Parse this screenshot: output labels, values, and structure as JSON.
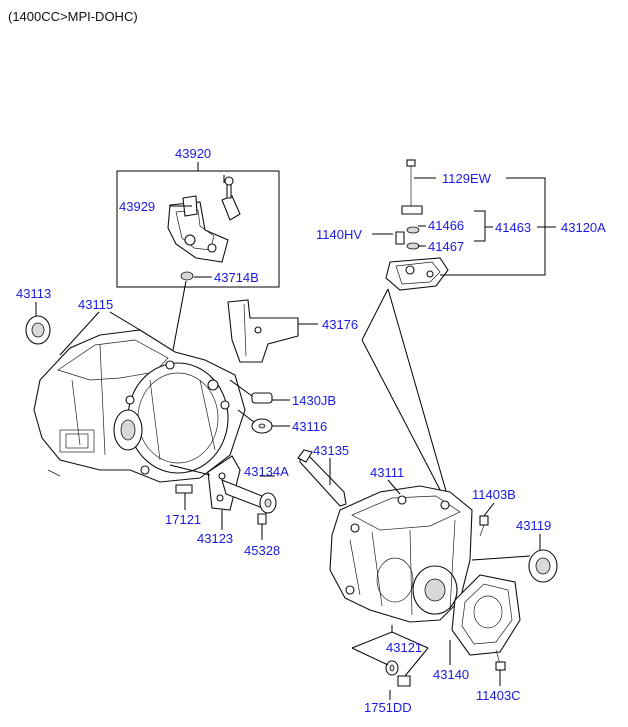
{
  "caption": "(1400CC>MPI-DOHC)",
  "labels": {
    "p43920": "43920",
    "p43929": "43929",
    "p43714B": "43714B",
    "p1129EW": "1129EW",
    "p1140HV": "1140HV",
    "p41466": "41466",
    "p41467": "41467",
    "p41463": "41463",
    "p43120A": "43120A",
    "p43113": "43113",
    "p43115": "43115",
    "p43176": "43176",
    "p1430JB": "1430JB",
    "p43116": "43116",
    "p43135": "43135",
    "p43134A": "43134A",
    "p17121": "17121",
    "p43123": "43123",
    "p45328": "45328",
    "p43111": "43111",
    "p11403B": "11403B",
    "p43119": "43119",
    "p43121": "43121",
    "p43140": "43140",
    "p1751DD": "1751DD",
    "p11403C": "11403C"
  },
  "colors": {
    "label": "#1a1ae6",
    "line": "#000000"
  }
}
